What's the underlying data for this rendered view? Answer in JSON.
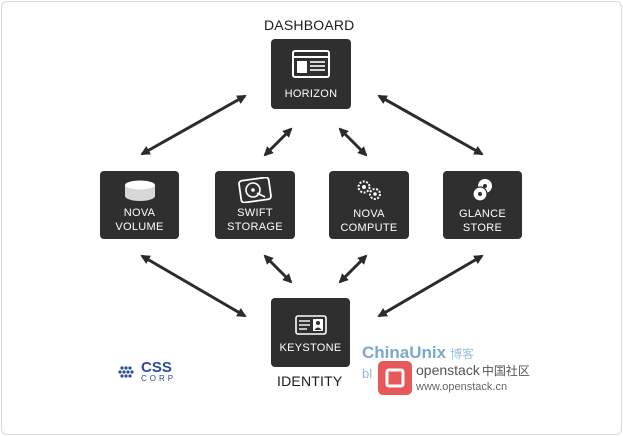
{
  "captions": {
    "dashboard": "DASHBOARD",
    "identity": "IDENTITY"
  },
  "nodes": {
    "horizon": {
      "label": "HORIZON",
      "icon": "browser-window-icon"
    },
    "nova_volume": {
      "line1": "NOVA",
      "line2": "VOLUME",
      "icon": "disk-cylinder-icon"
    },
    "swift_storage": {
      "line1": "SWIFT",
      "line2": "STORAGE",
      "icon": "hard-drive-icon"
    },
    "nova_compute": {
      "line1": "NOVA",
      "line2": "COMPUTE",
      "icon": "gears-icon"
    },
    "glance_store": {
      "line1": "GLANCE",
      "line2": "STORE",
      "icon": "disc-icon"
    },
    "keystone": {
      "label": "KEYSTONE",
      "icon": "id-card-icon"
    }
  },
  "connections": [
    [
      "horizon",
      "nova_volume"
    ],
    [
      "horizon",
      "swift_storage"
    ],
    [
      "horizon",
      "nova_compute"
    ],
    [
      "horizon",
      "glance_store"
    ],
    [
      "nova_volume",
      "keystone"
    ],
    [
      "swift_storage",
      "keystone"
    ],
    [
      "nova_compute",
      "keystone"
    ],
    [
      "glance_store",
      "keystone"
    ]
  ],
  "watermarks": {
    "css_logo_main": "CSS",
    "css_logo_sub": "CORP",
    "chinaunix": "ChinaUnix",
    "chinaunix_cn": "博客",
    "blog_prefix": "bl",
    "openstack_name": "openstack",
    "openstack_cn": "中国社区",
    "openstack_url": "www.openstack.cn"
  },
  "colors": {
    "node_fill": "#2f2f2f",
    "arrow": "#2b2b2b",
    "css_blue": "#2b4b9b",
    "openstack_red": "#e6585a"
  }
}
